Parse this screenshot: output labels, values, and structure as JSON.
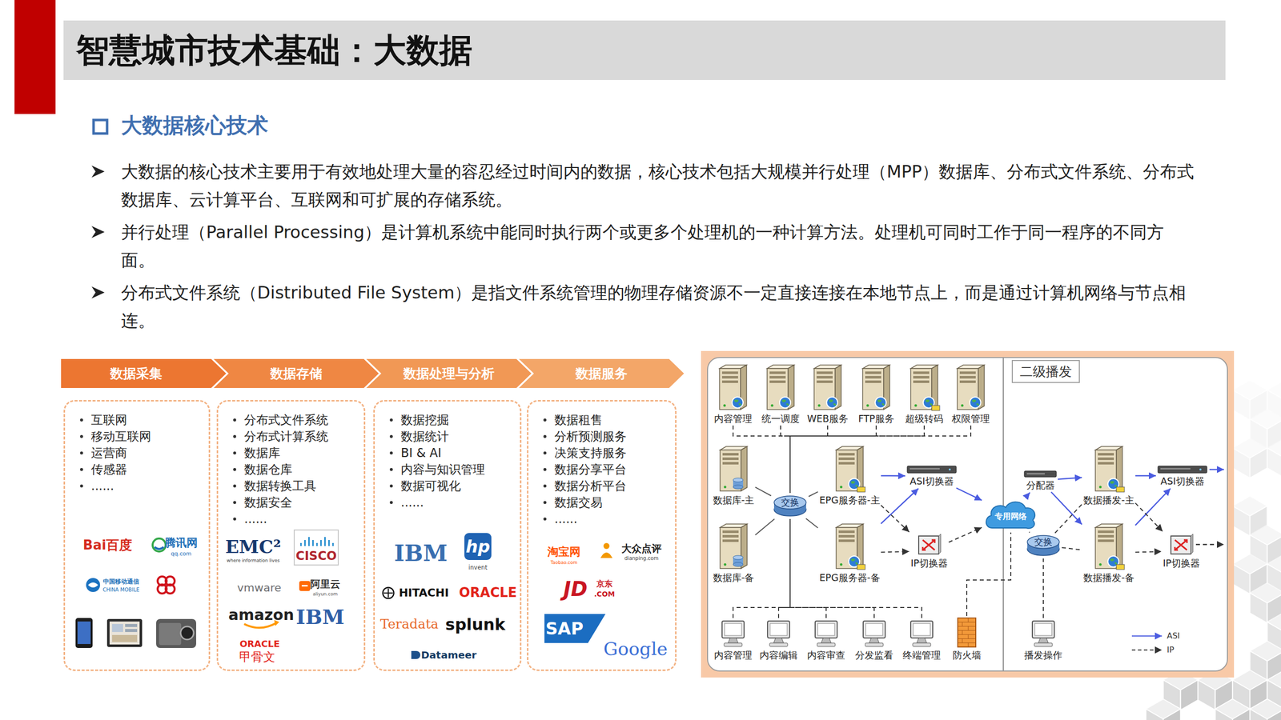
{
  "diagram": {
    "title": "智慧城市技术基础：大数据",
    "nodes": [
      {
        "text": [
          "数据采集"
        ]
      },
      {
        "text": [
          "数据存储"
        ]
      },
      {
        "text": [
          "数据处理与分析"
        ]
      },
      {
        "text": [
          "数据服务"
        ]
      },
      {
        "text": [
          "互联网",
          "移动互联网",
          "运营商",
          "传感器",
          "......"
        ]
      },
      {
        "text": [
          "分布式文件系统",
          "分布式计算系统",
          "数据库",
          "数据仓库",
          "数据转换工具",
          "数据安全",
          "......"
        ]
      },
      {
        "text": [
          "数据挖掘",
          "数据统计",
          "BI & AI",
          "内容与知识管理",
          "数据可视化",
          "......"
        ]
      },
      {
        "text": [
          "数据租售",
          "分析预测服务",
          "决策支持服务",
          "数据分享平台",
          "数据分析平台",
          "数据交易",
          "......"
        ]
      },
      {
        "text": [
          "二级播发"
        ]
      },
      {
        "text": [
          "内容管理"
        ]
      },
      {
        "text": [
          "统一调度"
        ]
      },
      {
        "text": [
          "WEB服务"
        ]
      },
      {
        "text": [
          "FTP服务"
        ]
      },
      {
        "text": [
          "超级转码"
        ]
      },
      {
        "text": [
          "权限管理"
        ]
      },
      {
        "text": [
          "数据库-主"
        ]
      },
      {
        "text": [
          "交换"
        ]
      },
      {
        "text": [
          "EPG服务器-主"
        ]
      },
      {
        "text": [
          "ASI切换器"
        ]
      },
      {
        "text": [
          "专用网络"
        ]
      },
      {
        "text": [
          "分配器"
        ]
      },
      {
        "text": [
          "数据播发-主"
        ]
      },
      {
        "text": [
          "ASI切换器"
        ]
      },
      {
        "text": [
          "数据库-备"
        ]
      },
      {
        "text": [
          "EPG服务器-备"
        ]
      },
      {
        "text": [
          "IP切换器"
        ]
      },
      {
        "text": [
          "交换"
        ]
      },
      {
        "text": [
          "数据播发-备"
        ]
      },
      {
        "text": [
          "IP切换器"
        ]
      },
      {
        "text": [
          "内容管理"
        ]
      },
      {
        "text": [
          "内容编辑"
        ]
      },
      {
        "text": [
          "内容审查"
        ]
      },
      {
        "text": [
          "分发监看"
        ]
      },
      {
        "text": [
          "终端管理"
        ]
      },
      {
        "text": [
          "防火墙"
        ]
      },
      {
        "text": [
          "播发操作"
        ]
      }
    ],
    "edges": [
      {
        "from": 9,
        "to": 16,
        "arrow": "none"
      },
      {
        "from": 10,
        "to": 16,
        "arrow": "none"
      },
      {
        "from": 11,
        "to": 16,
        "arrow": "none"
      },
      {
        "from": 12,
        "to": 16,
        "arrow": "none"
      },
      {
        "from": 13,
        "to": 16,
        "arrow": "none"
      },
      {
        "from": 14,
        "to": 16,
        "arrow": "none"
      },
      {
        "from": 15,
        "to": 16,
        "arrow": "none"
      },
      {
        "from": 23,
        "to": 16,
        "arrow": "none"
      },
      {
        "from": 16,
        "to": 17,
        "arrow": "none"
      },
      {
        "from": 16,
        "to": 24,
        "arrow": "none"
      },
      {
        "from": 17,
        "to": 18,
        "arrow": "to"
      },
      {
        "from": 24,
        "to": 18,
        "arrow": "to"
      },
      {
        "from": 17,
        "to": 25,
        "arrow": "to"
      },
      {
        "from": 24,
        "to": 25,
        "arrow": "to"
      },
      {
        "from": 18,
        "to": 19,
        "arrow": "to"
      },
      {
        "from": 25,
        "to": 19,
        "arrow": "to"
      },
      {
        "from": 19,
        "to": 20,
        "arrow": "to"
      },
      {
        "from": 19,
        "to": 26,
        "arrow": "none"
      },
      {
        "from": 20,
        "to": 21,
        "arrow": "to"
      },
      {
        "from": 20,
        "to": 27,
        "arrow": "to"
      },
      {
        "from": 26,
        "to": 21,
        "arrow": "none"
      },
      {
        "from": 26,
        "to": 27,
        "arrow": "none"
      },
      {
        "from": 21,
        "to": 22,
        "arrow": "to"
      },
      {
        "from": 27,
        "to": 22,
        "arrow": "to"
      },
      {
        "from": 21,
        "to": 28,
        "arrow": "to"
      },
      {
        "from": 27,
        "to": 28,
        "arrow": "to"
      },
      {
        "from": 29,
        "to": 16,
        "arrow": "none"
      },
      {
        "from": 30,
        "to": 16,
        "arrow": "none"
      },
      {
        "from": 31,
        "to": 16,
        "arrow": "none"
      },
      {
        "from": 32,
        "to": 16,
        "arrow": "none"
      },
      {
        "from": 33,
        "to": 16,
        "arrow": "none"
      },
      {
        "from": 34,
        "to": 19,
        "arrow": "none"
      },
      {
        "from": 35,
        "to": 26,
        "arrow": "none"
      }
    ],
    "labels": [
      "大数据核心技术",
      "大数据的核心技术主要用于有效地处理大量的容忍经过时间内的数据，核心技术包括大规模并行处理（MPP）数据库、分布式文件系统、分布式数据库、云计算平台、互联网和可扩展的存储系统。",
      "并行处理（Parallel Processing）是计算机系统中能同时执行两个或更多个处理机的一种计算方法。处理机可同时工作于同一程序的不同方面。",
      "分布式文件系统（Distributed File System）是指文件系统管理的物理存储资源不一定直接连接在本地节点上，而是通过计算机网络与节点相连。",
      "Bai百度",
      "腾讯网",
      "qq.com",
      "中国移动通信",
      "CHINA MOBILE",
      "EMC²",
      "where information lives",
      "CISCO",
      "vmware",
      "阿里云",
      "aliyun.com",
      "amazon",
      "IBM",
      "ORACLE",
      "甲骨文",
      "IBM",
      "hp",
      "invent",
      "HITACHI",
      "ORACLE",
      "Teradata",
      "splunk",
      "Datameer",
      "淘宝网",
      "Taobao.com",
      "大众点评",
      "dianping.com",
      "JD",
      "京东",
      ".COM",
      "SAP",
      "Google"
    ],
    "legend": [
      {
        "text": "ASI"
      },
      {
        "text": "IP"
      }
    ]
  }
}
